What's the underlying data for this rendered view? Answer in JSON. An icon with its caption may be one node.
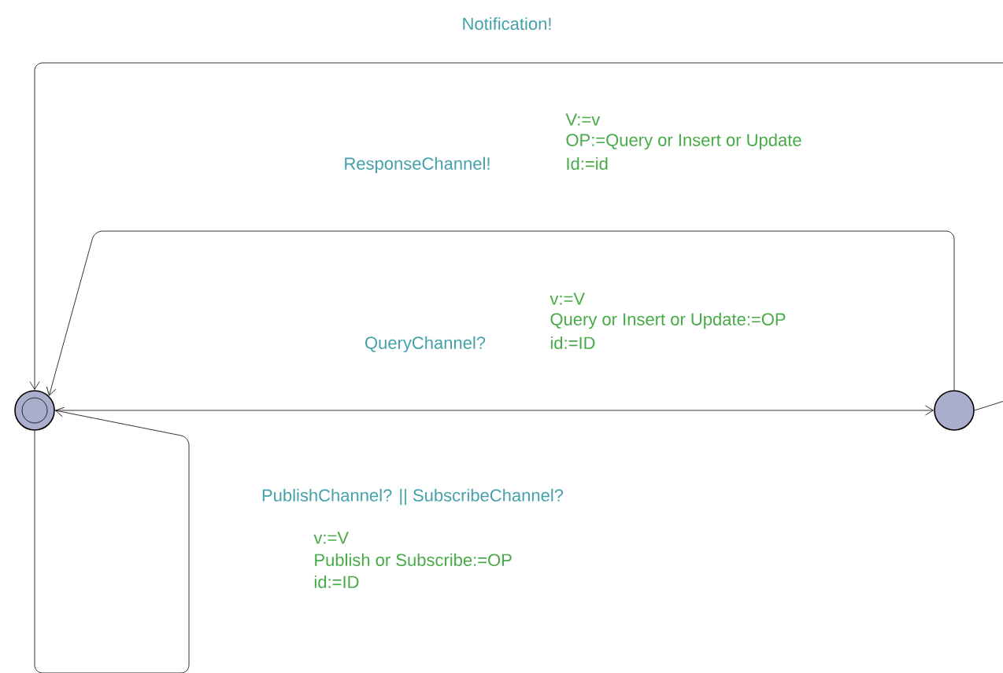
{
  "diagram": {
    "nodes": [
      {
        "text": [],
        "shape": "circle"
      },
      {
        "text": [],
        "shape": "circle"
      }
    ],
    "edges": [
      {
        "from": 1,
        "to": 0,
        "arrow": "to",
        "label": "Notification!"
      },
      {
        "from": 1,
        "to": 0,
        "arrow": "to",
        "label": "ResponseChannel!"
      },
      {
        "from": 0,
        "to": 1,
        "arrow": "to",
        "label": "QueryChannel?"
      },
      {
        "from": 0,
        "to": 0,
        "arrow": "to",
        "label": "PublishChannel? || SubscribeChannel?"
      }
    ],
    "labels": [
      "V:=v",
      "OP:=Query or Insert or Update",
      "Id:=id",
      "v:=V",
      "Query or Insert or Update:=OP",
      "id:=ID",
      "v:=V",
      "Publish or Subscribe:=OP",
      "id:=ID"
    ]
  }
}
